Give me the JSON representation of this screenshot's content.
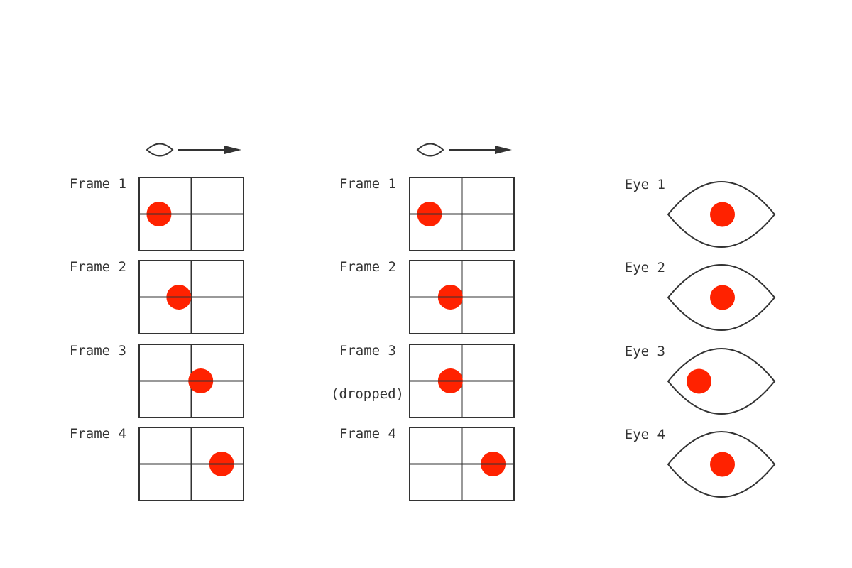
{
  "columns": [
    {
      "frames": [
        {
          "label": "Frame 1",
          "dot_fraction": [
            0.19,
            0.5
          ]
        },
        {
          "label": "Frame 2",
          "dot_fraction": [
            0.38,
            0.5
          ]
        },
        {
          "label": "Frame 3",
          "dot_fraction": [
            0.59,
            0.5
          ]
        },
        {
          "label": "Frame 4",
          "dot_fraction": [
            0.79,
            0.5
          ]
        }
      ]
    },
    {
      "frames": [
        {
          "label": "Frame 1",
          "dot_fraction": [
            0.19,
            0.5
          ]
        },
        {
          "label": "Frame 2",
          "dot_fraction": [
            0.39,
            0.5
          ]
        },
        {
          "label": "Frame 3",
          "note": "(dropped)",
          "dot_fraction": [
            0.39,
            0.5
          ]
        },
        {
          "label": "Frame 4",
          "dot_fraction": [
            0.8,
            0.5
          ]
        }
      ]
    }
  ],
  "eyes": [
    {
      "label": "Eye 1",
      "pupil_fraction": [
        0.51,
        0.5
      ]
    },
    {
      "label": "Eye 2",
      "pupil_fraction": [
        0.51,
        0.5
      ]
    },
    {
      "label": "Eye 3",
      "pupil_fraction": [
        0.29,
        0.5
      ]
    },
    {
      "label": "Eye 4",
      "pupil_fraction": [
        0.51,
        0.5
      ]
    }
  ],
  "colors": {
    "dot": "#ff2200",
    "line": "#333333",
    "text": "#333333"
  },
  "icons": [
    "eye-icon",
    "arrow-right-icon"
  ]
}
